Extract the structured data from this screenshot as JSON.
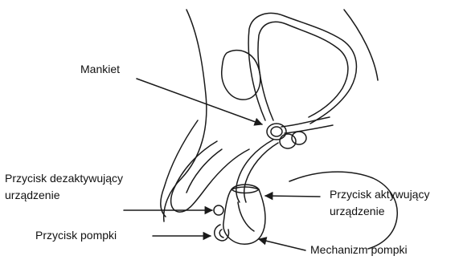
{
  "labels": {
    "cuff": "Mankiet",
    "deactivate_button": [
      "Przycisk dezaktywujący",
      "urządzenie"
    ],
    "activate_button": [
      "Przycisk aktywujący",
      "urządzenie"
    ],
    "pump_button": "Przycisk pompki",
    "pump_mechanism": "Mechanizm pompki"
  },
  "colors": {
    "line": "#1a1a1a",
    "text": "#111111",
    "background": "#ffffff"
  }
}
